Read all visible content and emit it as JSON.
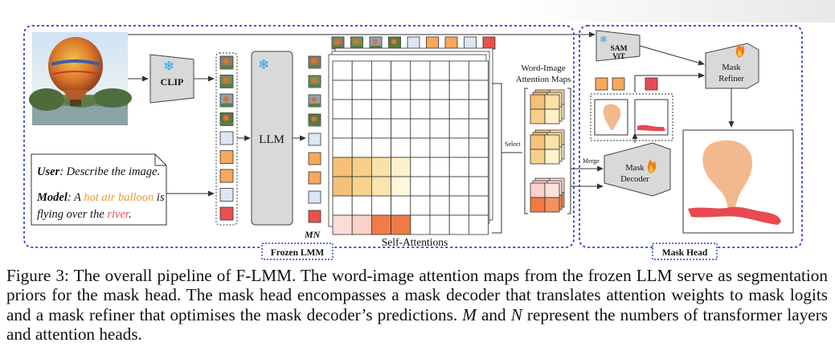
{
  "figure": {
    "labels": {
      "clip": "CLIP",
      "llm": "LLM",
      "sam": "SAM",
      "vit": "ViT",
      "mask_refiner_line1": "Mask",
      "mask_refiner_line2": "Refiner",
      "mask_decoder_line1": "Mask",
      "mask_decoder_line2": "Decoder",
      "attn_maps_line1": "Word-Image",
      "attn_maps_line2": "Attention Maps",
      "select": "Select",
      "merge": "Merge",
      "self_attentions": "Self-Attentions",
      "mn": "MN",
      "frozen_lmm": "Frozen LMM",
      "mask_head": "Mask Head"
    },
    "dialog": {
      "user_label": "User",
      "user_text": ": Describe the image.",
      "model_label": "Model",
      "model_text_1": ": A ",
      "model_highlight_1": "hot air balloon",
      "model_text_2": " is",
      "model_text_3": "flying over the ",
      "model_highlight_2": "river",
      "model_text_4": "."
    },
    "colors": {
      "dashed_border": "#2a3fcf",
      "token_blue": "#dce6f4",
      "token_orange": "#f7a85a",
      "token_red": "#e8514f",
      "balloon_mask": "#f2b98f",
      "river_mask": "#e84a52",
      "highlight_orange": "#f0962e",
      "highlight_red": "#e8514f",
      "llm_fill": "#d9d9d9",
      "snowflake": "#27a6e8"
    },
    "icons": [
      "snowflake-icon",
      "fire-icon"
    ]
  },
  "caption": {
    "label": "Figure 3:",
    "text_1": " The overall pipeline of F-LMM. The word-image attention maps from the frozen LLM serve as segmentation priors for the mask head. The mask head encompasses a mask decoder that translates attention weights to mask logits and a mask refiner that optimises the mask decoder’s predictions. ",
    "m": "M",
    "text_2": " and ",
    "n": "N",
    "text_3": " represent the numbers of transformer layers and attention heads."
  }
}
